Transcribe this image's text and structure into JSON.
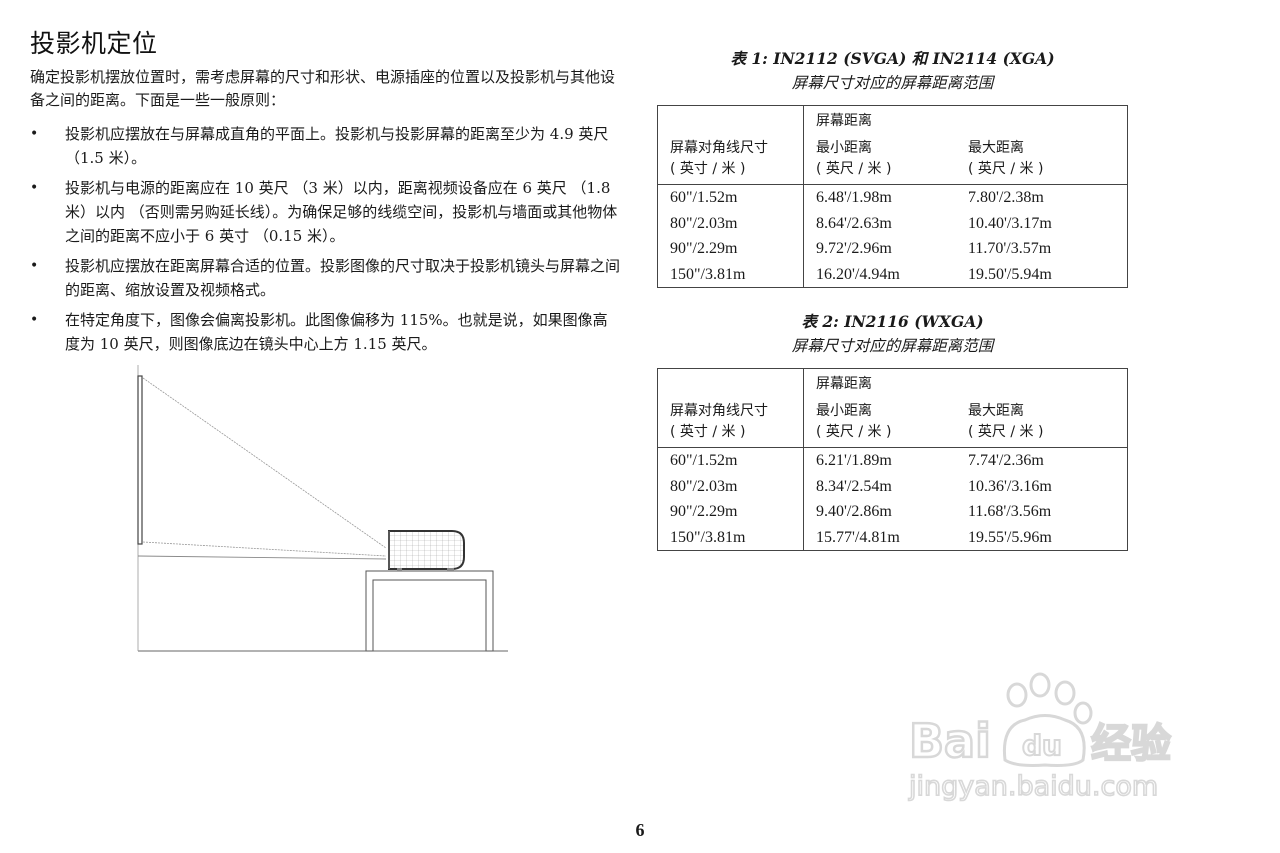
{
  "page": {
    "title": "投影机定位",
    "intro": "确定投影机摆放位置时，需考虑屏幕的尺寸和形状、电源插座的位置以及投影机与其他设备之间的距离。下面是一些一般原则：",
    "bullet_glyph": "•",
    "bullets": [
      {
        "text": "投影机应摆放在与屏幕成直角的平面上。投影机与投影屏幕的距离至少为 4.9 英尺 （1.5 米）。"
      },
      {
        "text": "投影机与电源的距离应在 10 英尺 （3 米）以内，距离视频设备应在 6 英尺 （1.8 米）以内 （否则需另购延长线）。为确保足够的线缆空间，投影机与墙面或其他物体之间的距离不应小于 6 英寸 （0.15 米）。"
      },
      {
        "text": "投影机应摆放在距离屏幕合适的位置。投影图像的尺寸取决于投影机镜头与屏幕之间的距离、缩放设置及视频格式。"
      },
      {
        "text": "在特定角度下，图像会偏离投影机。此图像偏移为 115%。也就是说，如果图像高度为 10 英尺，则图像底边在镜头中心上方 1.15 英尺。"
      }
    ],
    "diagram": {
      "description": "projector-on-table-projecting-to-wall-screen",
      "line_color": "#555555",
      "beam_color": "#999999"
    },
    "page_number": "6"
  },
  "tables": [
    {
      "caption_line1": "表 1: IN2112 (SVGA) 和 IN2114 (XGA)",
      "caption_line2": "屏幕尺寸对应的屏幕距离范围",
      "group_header": "屏幕距离",
      "headers": {
        "diagonal": "屏幕对角线尺寸",
        "diagonal_unit": "( 英寸 / 米 )",
        "min": "最小距离",
        "min_unit": "( 英尺 / 米 )",
        "max": "最大距离",
        "max_unit": "( 英尺 / 米 )"
      },
      "rows": [
        {
          "diagonal": "60\"/1.52m",
          "min": "6.48'/1.98m",
          "max": "7.80'/2.38m"
        },
        {
          "diagonal": "80\"/2.03m",
          "min": "8.64'/2.63m",
          "max": "10.40'/3.17m"
        },
        {
          "diagonal": "90\"/2.29m",
          "min": "9.72'/2.96m",
          "max": "11.70'/3.57m"
        },
        {
          "diagonal": "150\"/3.81m",
          "min": "16.20'/4.94m",
          "max": "19.50'/5.94m"
        }
      ]
    },
    {
      "caption_line1": "表 2: IN2116 (WXGA)",
      "caption_line2": "屏幕尺寸对应的屏幕距离范围",
      "group_header": "屏幕距离",
      "headers": {
        "diagonal": "屏幕对角线尺寸",
        "diagonal_unit": "( 英寸 / 米 )",
        "min": "最小距离",
        "min_unit": "( 英尺 / 米 )",
        "max": "最大距离",
        "max_unit": "( 英尺 / 米 )"
      },
      "rows": [
        {
          "diagonal": "60\"/1.52m",
          "min": "6.21'/1.89m",
          "max": "7.74'/2.36m"
        },
        {
          "diagonal": "80\"/2.03m",
          "min": "8.34'/2.54m",
          "max": "10.36'/3.16m"
        },
        {
          "diagonal": "90\"/2.29m",
          "min": "9.40'/2.86m",
          "max": "11.68'/3.56m"
        },
        {
          "diagonal": "150\"/3.81m",
          "min": "15.77'/4.81m",
          "max": "19.55'/5.96m"
        }
      ]
    }
  ],
  "watermark": {
    "brand_left": "Bai",
    "brand_paw_text": "du",
    "brand_right": "经验",
    "url": "jingyan.baidu.com",
    "color": "#d8d8d8"
  }
}
